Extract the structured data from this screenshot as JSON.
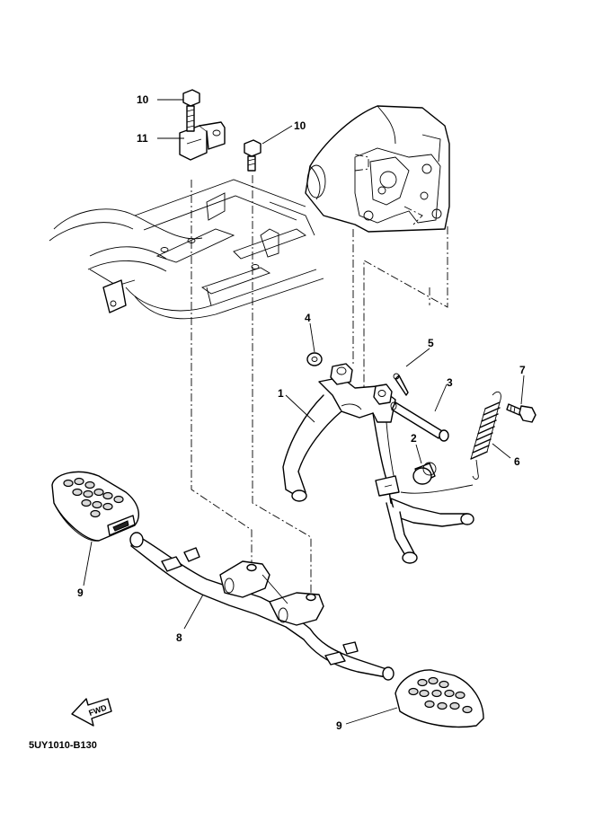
{
  "callouts": [
    {
      "id": "c1",
      "text": "1"
    },
    {
      "id": "c2",
      "text": "2"
    },
    {
      "id": "c3",
      "text": "3"
    },
    {
      "id": "c4",
      "text": "4"
    },
    {
      "id": "c5",
      "text": "5"
    },
    {
      "id": "c6",
      "text": "6"
    },
    {
      "id": "c7",
      "text": "7"
    },
    {
      "id": "c8",
      "text": "8"
    },
    {
      "id": "c9a",
      "text": "9"
    },
    {
      "id": "c9b",
      "text": "9"
    },
    {
      "id": "c10a",
      "text": "10"
    },
    {
      "id": "c10b",
      "text": "10"
    },
    {
      "id": "c11",
      "text": "11"
    }
  ],
  "fwd_label": "FWD",
  "diagram_code": "5UY1010-B130"
}
